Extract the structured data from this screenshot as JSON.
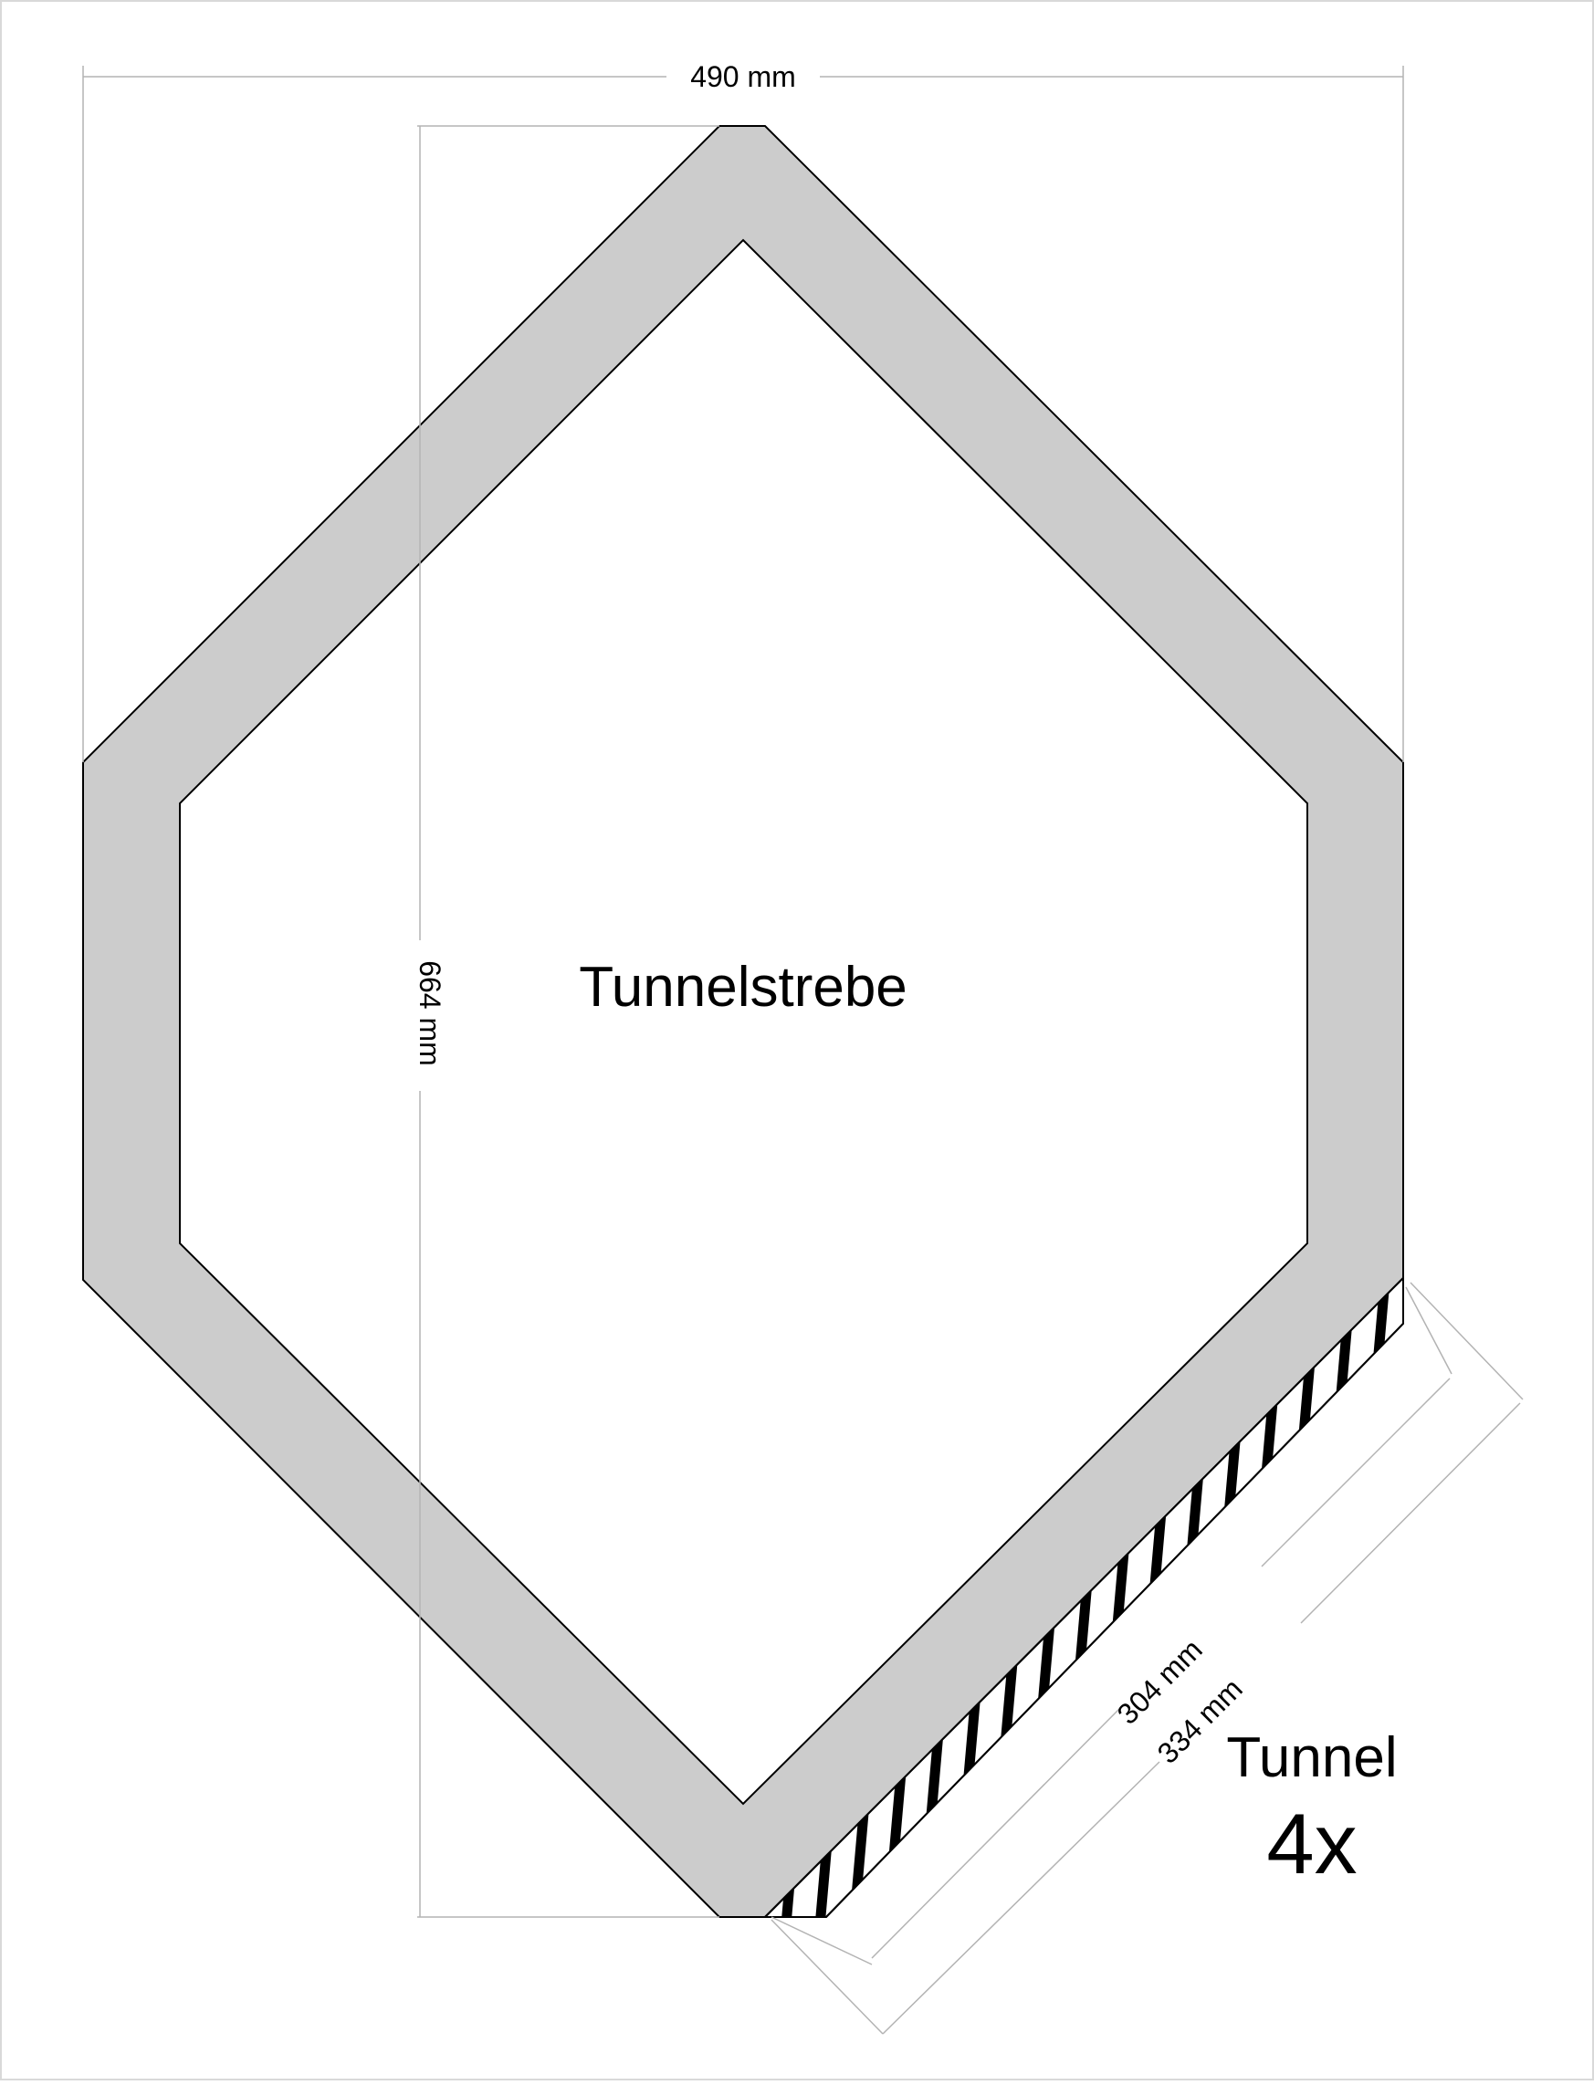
{
  "drawing": {
    "part_label": "Tunnelstrebe",
    "quantity_prefix": "Tunnel",
    "quantity": "4x",
    "dimensions": {
      "overall_width": "490 mm",
      "overall_height": "664 mm",
      "edge_inner": "304 mm",
      "edge_outer": "334 mm"
    }
  },
  "colors": {
    "frame_fill": "#cccccc",
    "outline": "#000000",
    "dimension_line": "#b3b3b3",
    "hatch": "#000000",
    "border": "#d9d9d9"
  }
}
